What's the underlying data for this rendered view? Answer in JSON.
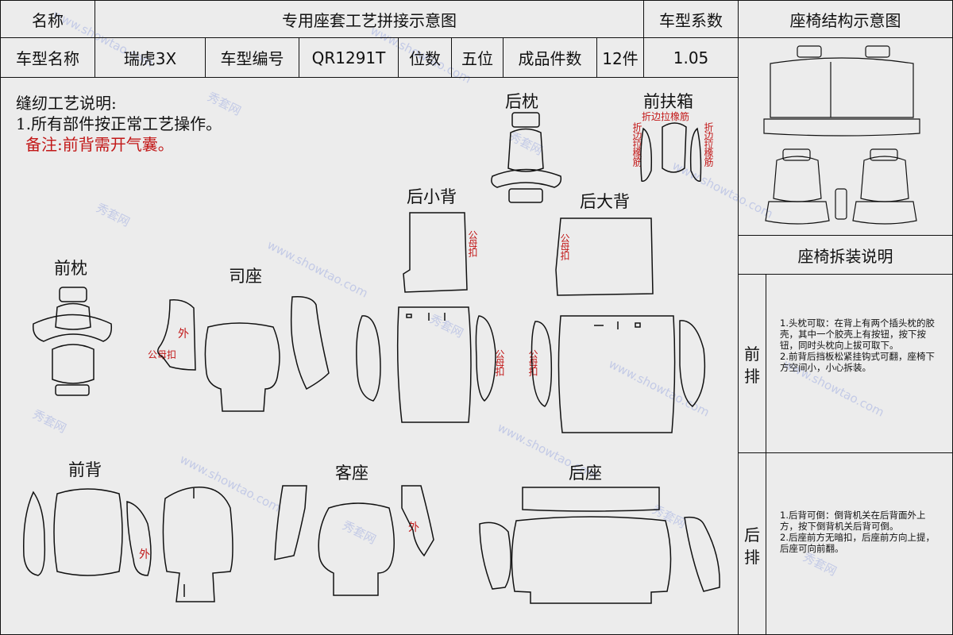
{
  "header": {
    "name_label": "名称",
    "title": "专用座套工艺拼接示意图",
    "coef_label": "车型系数",
    "structure_label": "座椅结构示意图",
    "model_name_label": "车型名称",
    "model_name": "瑞虎3X",
    "model_code_label": "车型编号",
    "model_code": "QR1291T",
    "seats_label": "位数",
    "seats_value": "五位",
    "pieces_label": "成品件数",
    "pieces_value": "12件",
    "coef_value": "1.05"
  },
  "instructions": {
    "title": "缝纫工艺说明:",
    "line1": "1.所有部件按正常工艺操作。",
    "remark": "备注:前背需开气囊。"
  },
  "parts": {
    "rear_headrest": "后枕",
    "front_armrest": "前扶箱",
    "rear_small_back": "后小背",
    "rear_large_back": "后大背",
    "front_headrest": "前枕",
    "driver_seat": "司座",
    "front_back": "前背",
    "passenger_seat": "客座",
    "rear_seat": "后座"
  },
  "annotations": {
    "fold_elastic": "折边拉橡筋",
    "fold_elastic_left": "折边拉橡筋",
    "fold_elastic_right": "折边拉橡筋",
    "snap_1": "公母扣",
    "snap_2": "公母扣",
    "snap_3": "公母扣",
    "snap_4": "公母扣",
    "snap_driver": "公母扣",
    "outer_driver": "外",
    "outer_front_back": "外",
    "outer_passenger": "外"
  },
  "disassembly": {
    "title": "座椅拆装说明",
    "front_row_label": "前排",
    "front_row_text": "1.头枕可取：在背上有两个插头枕的胶壳，其中一个胶壳上有按钮，按下按钮，同时头枕向上拔可取下。\n2.前背后挡板松紧挂钩式可翻，座椅下方空间小，小心拆装。",
    "rear_row_label": "后排",
    "rear_row_text": "1.后背可倒：倒背机关在后背面外上方，按下倒背机关后背可倒。\n2.后座前方无暗扣，后座前方向上提，后座可向前翻。"
  },
  "watermark": {
    "cn": "秀套网",
    "en": "www.showtao.com"
  },
  "colors": {
    "background": "#ececec",
    "line": "#111111",
    "annotation_red": "#c21818"
  }
}
